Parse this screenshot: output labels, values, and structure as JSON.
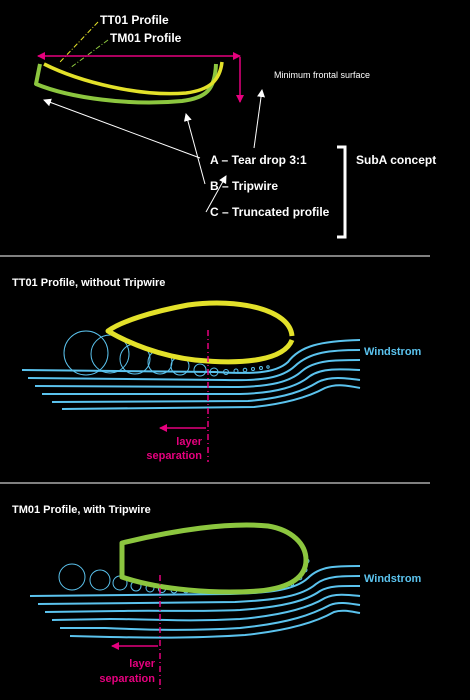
{
  "top": {
    "label_tt01": "TT01 Profile",
    "label_tm01": "TM01 Profile",
    "frontal_note": "Minimum frontal surface",
    "concepts": [
      {
        "text": "A – Tear drop 3:1"
      },
      {
        "text": "B – Tripwire"
      },
      {
        "text": "C – Truncated profile"
      }
    ],
    "concept_title": "SubA concept"
  },
  "panel1": {
    "title": "TT01 Profile, without Tripwire",
    "wind_label": "Windstrom",
    "sep_line1": "layer",
    "sep_line2": "separation"
  },
  "panel2": {
    "title": "TM01 Profile, with Tripwire",
    "wind_label": "Windstrom",
    "sep_line1": "layer",
    "sep_line2": "separation"
  },
  "colors": {
    "background": "#000000",
    "tt01_yellow": "#e3e12a",
    "tm01_green": "#8cc63f",
    "wind_blue": "#5bc3ee",
    "magenta": "#e6007e",
    "text": "#ffffff"
  }
}
